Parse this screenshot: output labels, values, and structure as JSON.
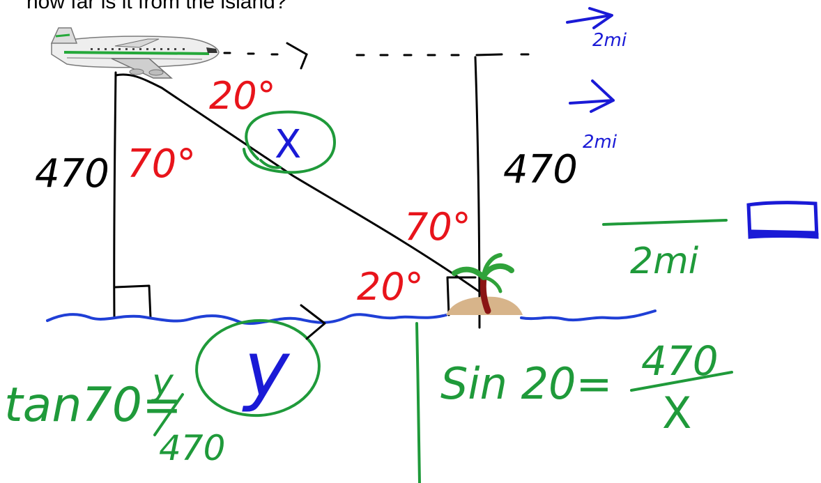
{
  "question_text": "how far is it from the island?",
  "colors": {
    "black": "#000000",
    "red": "#e8141b",
    "green": "#1f9a3a",
    "blue": "#1a1ad6",
    "water": "#1f3fd6",
    "sand": "#d7b48a",
    "trunk": "#8a1414",
    "palm": "#2fa23a"
  },
  "icons": [
    "airplane-icon",
    "palm-island-icon",
    "rectangle-icon"
  ],
  "labels": {
    "height_left": "470",
    "height_right": "470",
    "angle_top": "20°",
    "angle_left": "70°",
    "angle_island_top": "70°",
    "angle_island_bottom": "20°",
    "hyp_var": "X",
    "ground_var": "y",
    "speed_top": "2mi",
    "speed_mid": "2mi",
    "distance_label": "2mi"
  },
  "equations": {
    "left_lhs": "tan70=",
    "left_num": "y",
    "left_den": "470",
    "right_lhs": "Sin 20=",
    "right_num": "470",
    "right_den": "X"
  }
}
